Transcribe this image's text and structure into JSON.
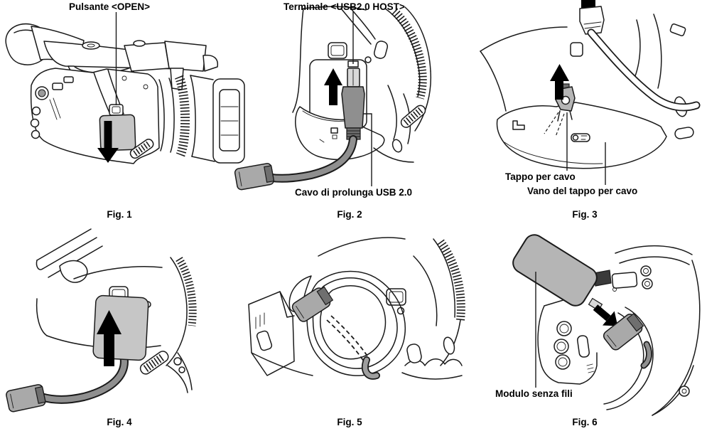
{
  "document": {
    "language": "it",
    "background": "#ffffff",
    "line_color": "#1a1a1a",
    "cover_gray": "#c6c6c6",
    "connector_gray": "#a9a9a9",
    "plug_gray": "#8f8f8f",
    "module_gray": "#b5b5b5",
    "arrow_color": "#000000"
  },
  "figures": [
    {
      "caption": "Fig. 1",
      "callouts": [
        {
          "text": "Pulsante <OPEN>"
        }
      ]
    },
    {
      "caption": "Fig. 2",
      "callouts": [
        {
          "text": "Terminale <USB2.0 HOST>"
        },
        {
          "text": "Cavo di prolunga USB 2.0"
        }
      ]
    },
    {
      "caption": "Fig. 3",
      "callouts": [
        {
          "text": "Tappo per cavo"
        },
        {
          "text": "Vano del tappo per cavo"
        }
      ]
    },
    {
      "caption": "Fig. 4",
      "callouts": []
    },
    {
      "caption": "Fig. 5",
      "callouts": []
    },
    {
      "caption": "Fig. 6",
      "callouts": [
        {
          "text": "Modulo senza fili"
        }
      ]
    }
  ]
}
